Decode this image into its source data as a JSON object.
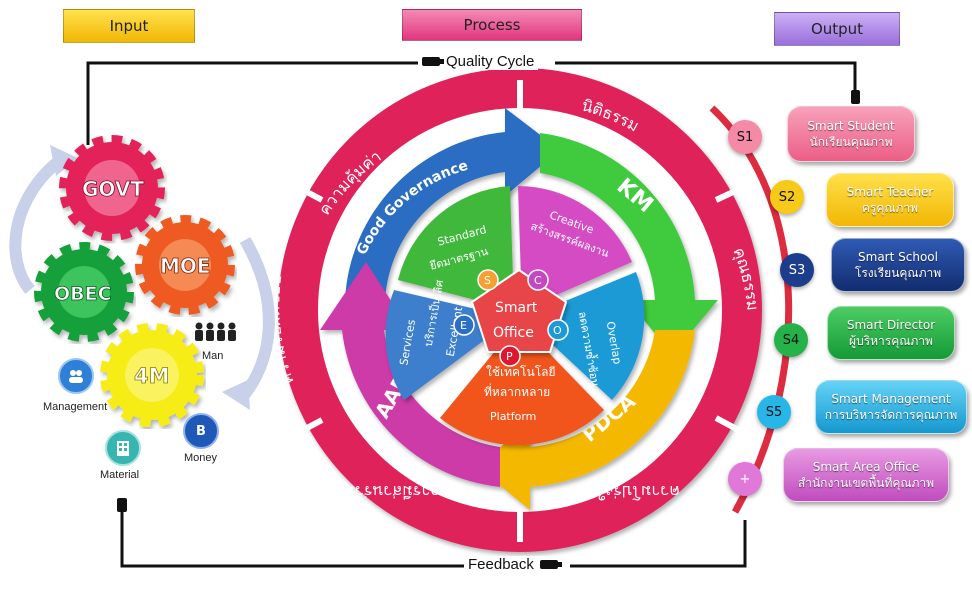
{
  "headers": {
    "input": "Input",
    "process": "Process",
    "output": "Output"
  },
  "cycle": {
    "top": "Quality Cycle",
    "bottom": "Feedback"
  },
  "gears": {
    "govt": "GOVT",
    "moe": "MOE",
    "obec": "OBEC",
    "m4": "4M"
  },
  "resources": {
    "man": "Man",
    "management": "Management",
    "material": "Material",
    "money": "Money",
    "money_symbol": "B"
  },
  "ring": {
    "top_left": "ความคุ้มค่า",
    "top_right": "นิติธรรม",
    "left": "ความรับผิดชอบ",
    "right": "คุณธรรม",
    "bottom_left": "การมีส่วนร่วม",
    "bottom_right": "ความโปร่งใส"
  },
  "arrows": {
    "good_governance": "Good Governance",
    "km": "KM",
    "pdca": "PDCA",
    "aar": "AAR"
  },
  "petals": {
    "standard_en": "Standard",
    "standard_th": "ยึดมาตรฐาน",
    "creative_en": "Creative",
    "creative_th": "สร้างสรรค์ผลงาน",
    "overlap_en": "Overlap",
    "overlap_th": "ลดความซ้ำซ้อน",
    "excellent_en": "Excellent",
    "excellent_th": "บริการเป็นเลิศ",
    "services_en": "Services",
    "platform_th1": "ใช้เทคโนโลยี",
    "platform_th2": "ที่หลากหลาย",
    "platform_en": "Platform"
  },
  "center": {
    "line1": "Smart",
    "line2": "Office",
    "s": "S",
    "c": "C",
    "e": "E",
    "o": "O",
    "p": "P"
  },
  "outputs": [
    {
      "badge": "S1",
      "en": "Smart Student",
      "th": "นักเรียนคุณภาพ"
    },
    {
      "badge": "S2",
      "en": "Smart Teacher",
      "th": "ครูคุณภาพ"
    },
    {
      "badge": "S3",
      "en": "Smart  School",
      "th": "โรงเรียนคุณภาพ"
    },
    {
      "badge": "S4",
      "en": "Smart Director",
      "th": "ผู้บริหารคุณภาพ"
    },
    {
      "badge": "S5",
      "en": "Smart Management",
      "th": "การบริหารจัดการคุณภาพ"
    },
    {
      "badge": "+",
      "en": "Smart Area Office",
      "th": "สำนักงานเขตพื้นที่คุณภาพ"
    }
  ],
  "colors": {
    "input": "#f7c918",
    "process": "#e8408a",
    "output": "#a77fe0",
    "ring": "#e0245a",
    "gg": "#2a6dc2",
    "km": "#3fca3c",
    "pdca": "#f5b800",
    "aar": "#cc3aa8",
    "s1": "#f06a8e",
    "s2": "#f7c918",
    "s3": "#1c3d8c",
    "s4": "#25b24a",
    "s5": "#27b6e8",
    "s6": "#d65fcf"
  }
}
